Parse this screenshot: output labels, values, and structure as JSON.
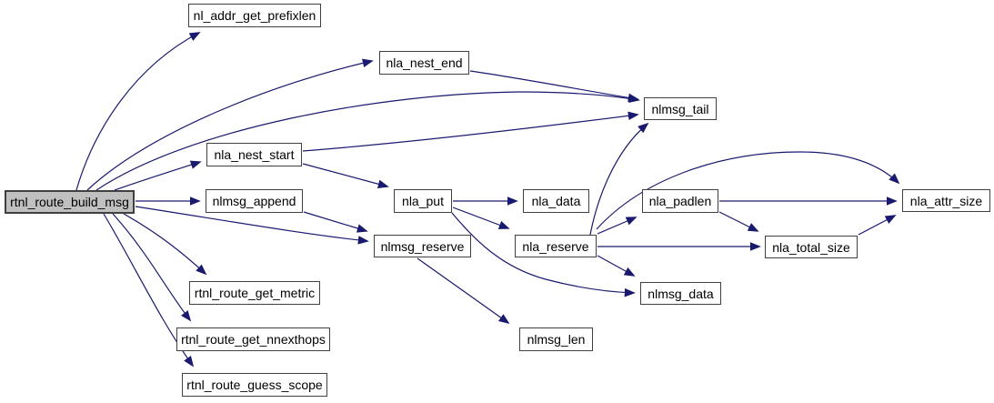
{
  "diagram": {
    "type": "function-call-graph",
    "root": "rtnl_route_build_msg",
    "colors": {
      "background": "#ffffff",
      "edge": "#191970",
      "node_border": "#404040",
      "node_fill": "#ffffff",
      "root_node_fill": "#c0c0c0",
      "text": "#000000"
    },
    "nodes": {
      "rtnl_route_build_msg": {
        "label": "rtnl_route_build_msg"
      },
      "nl_addr_get_prefixlen": {
        "label": "nl_addr_get_prefixlen"
      },
      "nla_nest_end": {
        "label": "nla_nest_end"
      },
      "nlmsg_tail": {
        "label": "nlmsg_tail"
      },
      "nla_nest_start": {
        "label": "nla_nest_start"
      },
      "nlmsg_append": {
        "label": "nlmsg_append"
      },
      "nla_put": {
        "label": "nla_put"
      },
      "nla_data": {
        "label": "nla_data"
      },
      "nla_padlen": {
        "label": "nla_padlen"
      },
      "nla_attr_size": {
        "label": "nla_attr_size"
      },
      "nlmsg_reserve": {
        "label": "nlmsg_reserve"
      },
      "nla_reserve": {
        "label": "nla_reserve"
      },
      "nla_total_size": {
        "label": "nla_total_size"
      },
      "nlmsg_data": {
        "label": "nlmsg_data"
      },
      "nlmsg_len": {
        "label": "nlmsg_len"
      },
      "rtnl_route_get_metric": {
        "label": "rtnl_route_get_metric"
      },
      "rtnl_route_get_nnexthops": {
        "label": "rtnl_route_get_nnexthops"
      },
      "rtnl_route_guess_scope": {
        "label": "rtnl_route_guess_scope"
      }
    },
    "edges": [
      {
        "from": "rtnl_route_build_msg",
        "to": "nl_addr_get_prefixlen"
      },
      {
        "from": "rtnl_route_build_msg",
        "to": "nla_nest_end"
      },
      {
        "from": "rtnl_route_build_msg",
        "to": "nlmsg_tail"
      },
      {
        "from": "rtnl_route_build_msg",
        "to": "nla_nest_start"
      },
      {
        "from": "rtnl_route_build_msg",
        "to": "nlmsg_append"
      },
      {
        "from": "rtnl_route_build_msg",
        "to": "nlmsg_reserve"
      },
      {
        "from": "rtnl_route_build_msg",
        "to": "rtnl_route_get_metric"
      },
      {
        "from": "rtnl_route_build_msg",
        "to": "rtnl_route_get_nnexthops"
      },
      {
        "from": "rtnl_route_build_msg",
        "to": "rtnl_route_guess_scope"
      },
      {
        "from": "nla_nest_end",
        "to": "nlmsg_tail"
      },
      {
        "from": "nla_nest_start",
        "to": "nlmsg_tail"
      },
      {
        "from": "nla_nest_start",
        "to": "nla_put"
      },
      {
        "from": "nlmsg_append",
        "to": "nlmsg_reserve"
      },
      {
        "from": "nla_put",
        "to": "nla_data"
      },
      {
        "from": "nla_put",
        "to": "nla_reserve"
      },
      {
        "from": "nla_put",
        "to": "nlmsg_data"
      },
      {
        "from": "nla_reserve",
        "to": "nlmsg_tail"
      },
      {
        "from": "nla_reserve",
        "to": "nla_attr_size"
      },
      {
        "from": "nla_reserve",
        "to": "nla_padlen"
      },
      {
        "from": "nla_reserve",
        "to": "nla_total_size"
      },
      {
        "from": "nla_reserve",
        "to": "nlmsg_data"
      },
      {
        "from": "nla_padlen",
        "to": "nla_attr_size"
      },
      {
        "from": "nla_padlen",
        "to": "nla_total_size"
      },
      {
        "from": "nla_total_size",
        "to": "nla_attr_size"
      },
      {
        "from": "nlmsg_reserve",
        "to": "nlmsg_len"
      }
    ]
  }
}
